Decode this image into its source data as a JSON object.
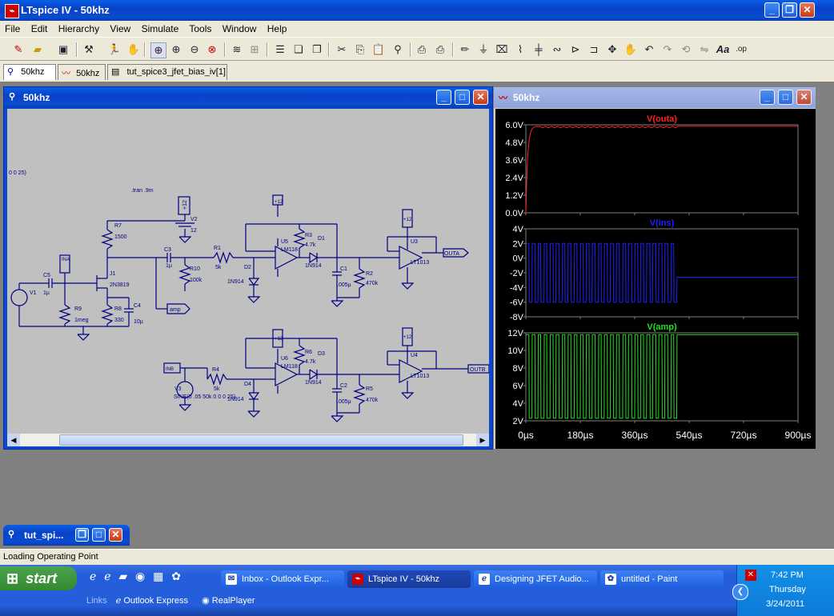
{
  "app": {
    "title": "LTspice IV - 50khz",
    "menu": [
      "File",
      "Edit",
      "Hierarchy",
      "View",
      "Simulate",
      "Tools",
      "Window",
      "Help"
    ],
    "tabs": [
      {
        "label": "50khz"
      },
      {
        "label": "50khz"
      },
      {
        "label": "tut_spice3_jfet_bias_iv[1]"
      }
    ],
    "status_text": "Loading Operating Point"
  },
  "schematic": {
    "title": "50khz",
    "directive": ".tran .9m",
    "left_fragment": "0 0 25)",
    "source_v3": "SINE(0 .05 50k 0 0 0 25)",
    "labels": {
      "v1": "V1",
      "v2": "V2",
      "v2val": "12",
      "v3": "V3",
      "plus12": "+12",
      "ina": "INA",
      "inb": "INB",
      "c5": "C5",
      "c5val": "1µ",
      "c3": "C3",
      "c3val": "1µ",
      "r7": "R7",
      "r7val": "1500",
      "j1": "J1",
      "j1val": "2N3819",
      "r9": "R9",
      "r9val": "1meg",
      "r8": "R8",
      "r8val": "330",
      "c4": "C4",
      "c4val": "10µ",
      "r10": "R10",
      "r10val": "100k",
      "r1": "R1",
      "r1val": "5k",
      "d2": "D2",
      "d2val": "1N914",
      "u5": "U5",
      "u5val": "LM118",
      "r3": "R3",
      "r3val": "4.7k",
      "d1": "D1",
      "d1val": "1N914",
      "c1": "C1",
      "c1val": ".005µ",
      "r2": "R2",
      "r2val": "470k",
      "u3": "U3",
      "u3val": "LT1013",
      "outa": "OUTA",
      "amp": "amp",
      "r4": "R4",
      "r4val": "5k",
      "d4": "D4",
      "d4val": "1N914",
      "u6": "U6",
      "u6val": "LM118",
      "r6": "R6",
      "r6val": "4.7k",
      "d3": "D3",
      "d3val": "1N914",
      "c2": "C2",
      "c2val": ".005µ",
      "r5": "R5",
      "r5val": "470k",
      "u4": "U4",
      "u4val": "LT1013",
      "outb": "OUTB"
    }
  },
  "waveform": {
    "title": "50khz",
    "panes": [
      {
        "name": "V(outa)",
        "color": "#ff2020",
        "yticks": [
          "6.0V",
          "4.8V",
          "3.6V",
          "2.4V",
          "1.2V",
          "0.0V"
        ]
      },
      {
        "name": "V(ins)",
        "color": "#2020ff",
        "yticks": [
          "4V",
          "2V",
          "0V",
          "-2V",
          "-4V",
          "-6V",
          "-8V"
        ]
      },
      {
        "name": "V(amp)",
        "color": "#20e020",
        "yticks": [
          "12V",
          "10V",
          "8V",
          "6V",
          "4V",
          "2V"
        ]
      }
    ],
    "xticks": [
      "0µs",
      "180µs",
      "360µs",
      "540µs",
      "720µs",
      "900µs"
    ]
  },
  "minimized": {
    "title": "tut_spi..."
  },
  "taskbar": {
    "start_label": "start",
    "buttons": [
      {
        "label": "Inbox - Outlook Expr..."
      },
      {
        "label": "LTspice IV - 50khz"
      },
      {
        "label": "Designing JFET Audio..."
      },
      {
        "label": "untitled - Paint"
      }
    ],
    "links_label": "Links",
    "links": [
      "Outlook Express",
      "RealPlayer"
    ],
    "clock": {
      "time": "7:42 PM",
      "day": "Thursday",
      "date": "3/24/2011"
    }
  },
  "colors": {
    "wire": "#000080",
    "schematic_bg": "#c0c0c0",
    "plot_bg": "#000000",
    "grid": "#808080"
  }
}
